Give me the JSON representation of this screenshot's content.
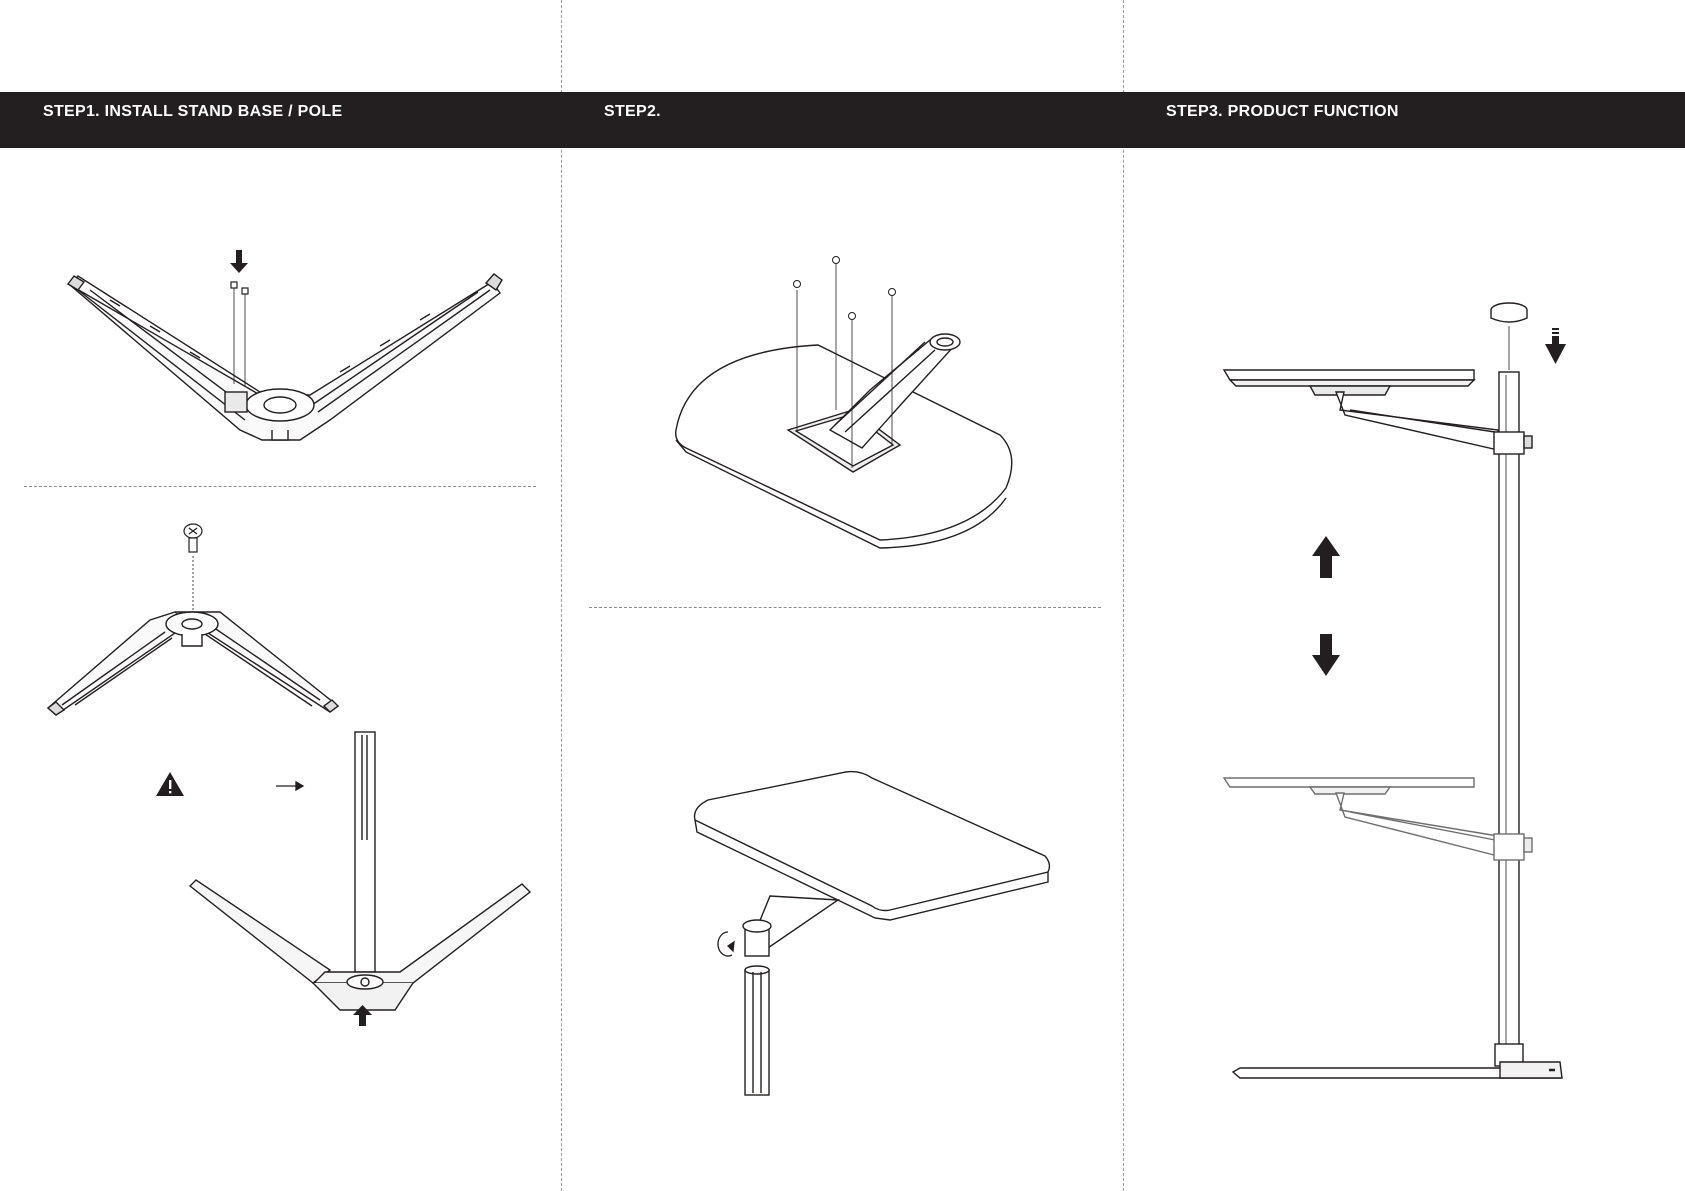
{
  "steps": [
    {
      "title": "STEP1. INSTALL STAND BASE / POLE"
    },
    {
      "title": "STEP2."
    },
    {
      "title": "STEP3. PRODUCT FUNCTION"
    }
  ],
  "icons": {
    "warning": "warning-triangle-icon",
    "arrow_down": "arrow-down-icon",
    "arrow_up": "arrow-up-icon",
    "arrow_right": "arrow-right-icon",
    "rotate": "rotate-icon"
  },
  "colors": {
    "header_band": "#231f20",
    "header_text": "#ffffff",
    "line_art": "#231f20"
  }
}
